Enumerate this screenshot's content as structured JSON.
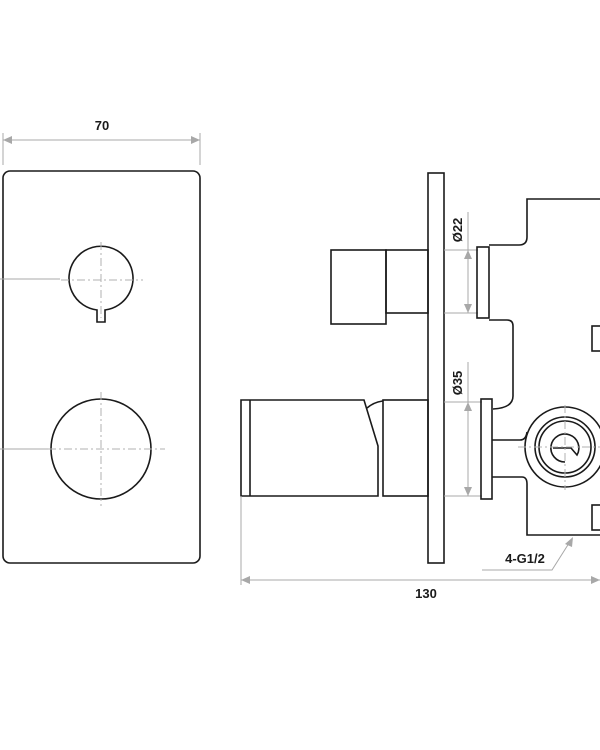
{
  "front_view": {
    "width_label": "70"
  },
  "side_view": {
    "small_diameter_label": "Ø22",
    "large_diameter_label": "Ø35",
    "thread_label": "4-G1/2",
    "depth_label": "130"
  },
  "colors": {
    "outline": "#1a1a1a",
    "dimension": "#a8a8a8"
  }
}
